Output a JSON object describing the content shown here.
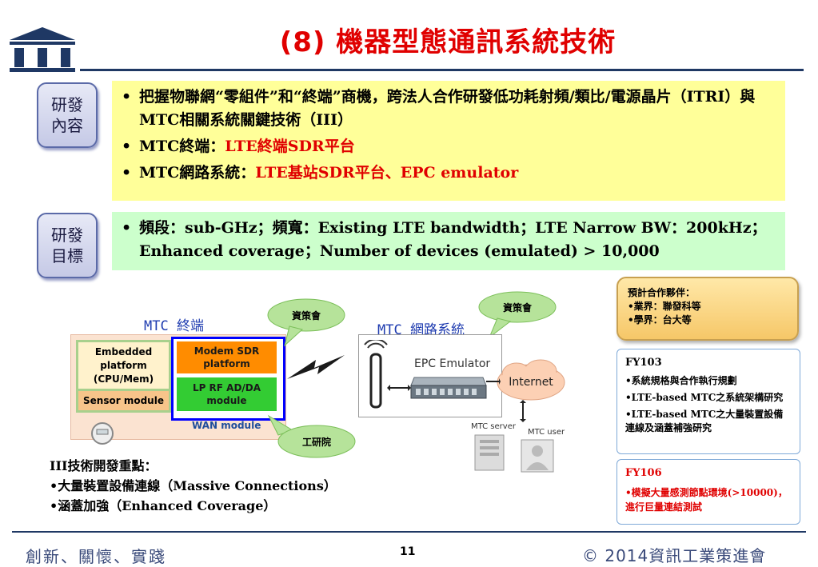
{
  "header": {
    "title": "(8) 機器型態通訊系統技術"
  },
  "colors": {
    "accent_red": "#e00000",
    "navy": "#1f3864",
    "yellow_box": "#ffff99",
    "green_box": "#ccffcc"
  },
  "content_section": {
    "label_line1": "研發",
    "label_line2": "內容",
    "bullets": [
      {
        "text": "把握物聯網“零組件”和“終端”商機，跨法人合作研發低功耗射頻/類比/電源晶片（ITRI）與MTC相關系統關鍵技術（III）"
      },
      {
        "prefix": "MTC終端：",
        "highlight": "LTE終端SDR平台"
      },
      {
        "prefix": "MTC網路系統：",
        "highlight": "LTE基站SDR平台、EPC emulator"
      }
    ]
  },
  "goal_section": {
    "label_line1": "研發",
    "label_line2": "目標",
    "bullet": "頻段：sub-GHz；頻寬：Existing LTE bandwidth；LTE Narrow BW：200kHz；Enhanced coverage；Number of devices (emulated) > 10,000"
  },
  "diagram": {
    "terminal_label": "MTC 終端",
    "network_label": "MTC 網路系統",
    "embedded_platform": "Embedded platform (CPU/Mem)",
    "sensor_module": "Sensor module",
    "modem_sdr": "Modem SDR platform",
    "lp_rf": "LP RF AD/DA module",
    "wan_module": "WAN module",
    "bubble_iii_1": "資策會",
    "bubble_iii_2": "資策會",
    "bubble_itri": "工研院",
    "epc_emulator": "EPC Emulator",
    "internet": "Internet",
    "mtc_server": "MTC server",
    "mtc_user": "MTC user"
  },
  "focus": {
    "title": "III技術開發重點：",
    "items": [
      "•大量裝置設備連線（Massive Connections）",
      "•涵蓋加強（Enhanced Coverage）"
    ]
  },
  "partners": {
    "title": "預計合作夥伴：",
    "industry": "•業界：聯發科等",
    "academia": "•學界：台大等"
  },
  "fy103": {
    "title": "FY103",
    "items": [
      "•系統規格與合作執行規劃",
      "•LTE-based MTC之系統架構研究",
      "•LTE-based MTC之大量裝置設備連線及涵蓋補強研究"
    ]
  },
  "fy106": {
    "title": "FY106",
    "item": "•模擬大量感測節點環境(>10000)，進行巨量連結測試"
  },
  "footer": {
    "slogan": "創新、關懷、實踐",
    "page": "11",
    "copyright": "© 2014資訊工業策進會"
  }
}
